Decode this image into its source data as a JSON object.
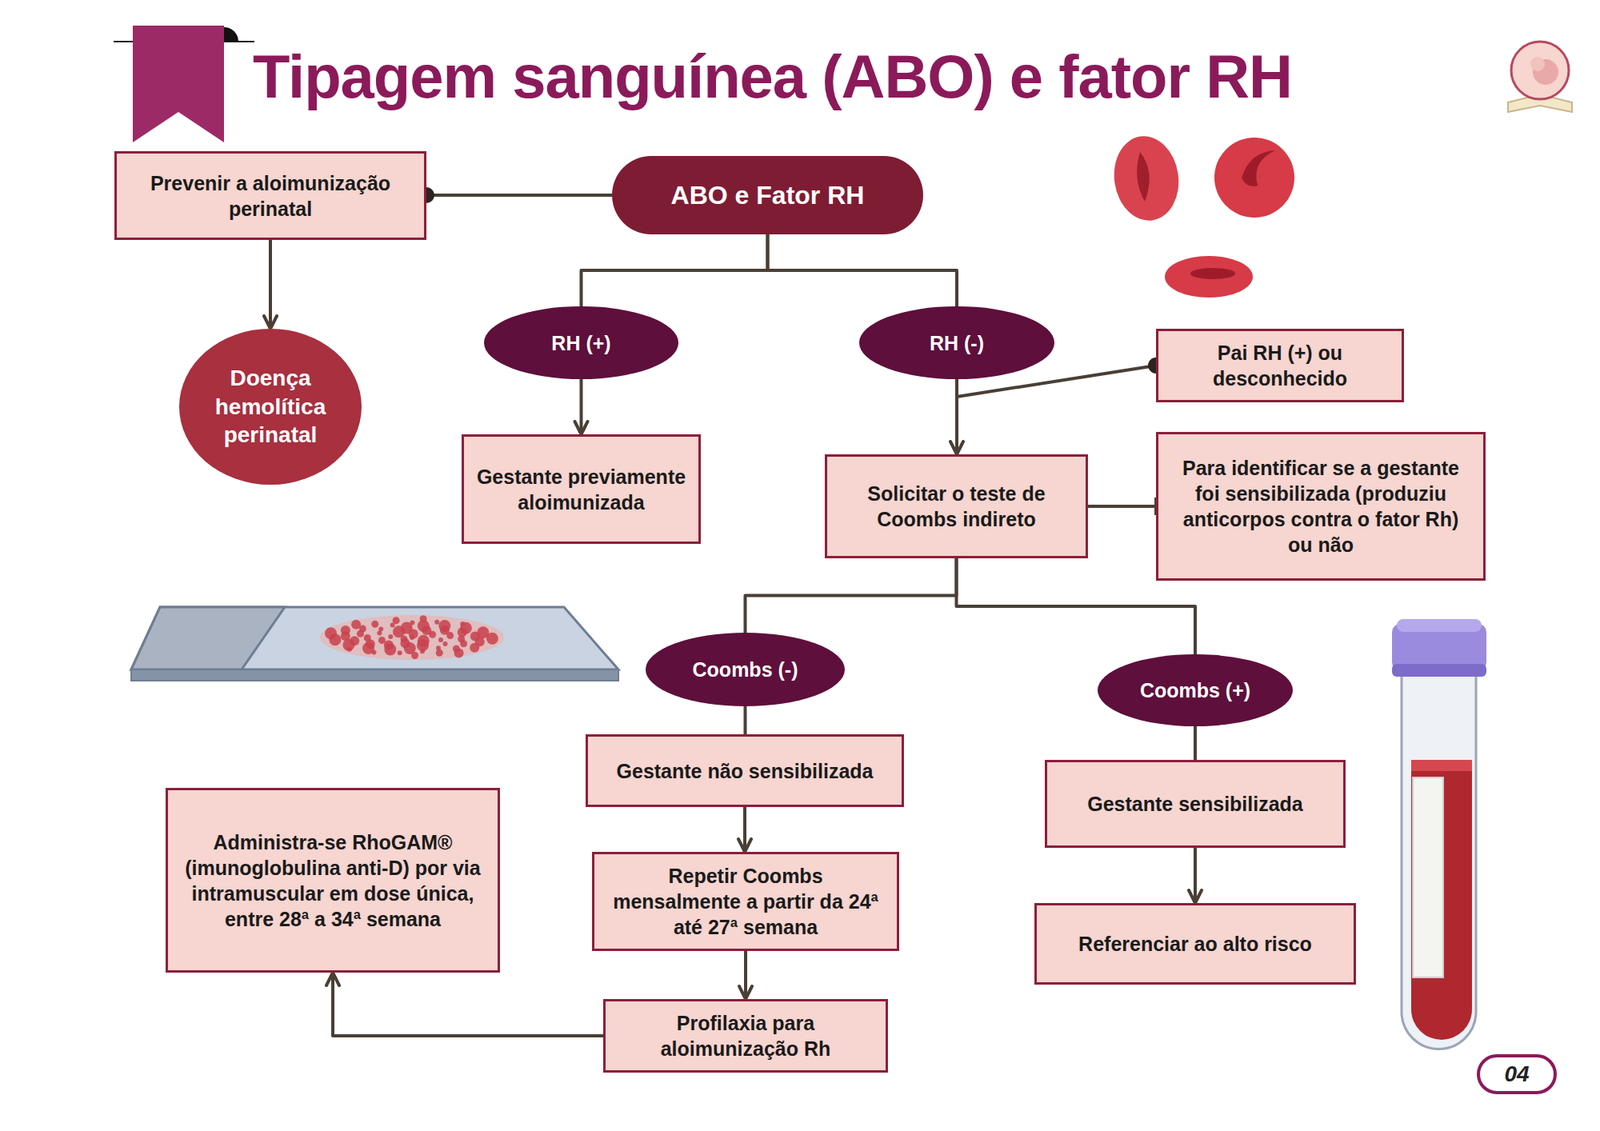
{
  "diagram": {
    "title": "Tipagem sanguínea (ABO) e fator RH",
    "nodes": [
      {
        "text": [
          "Prevenir a aloimunização perinatal"
        ]
      },
      {
        "text": [
          "ABO e Fator RH"
        ]
      },
      {
        "text": [
          "Doença hemolítica perinatal"
        ]
      },
      {
        "text": [
          "RH (+)"
        ]
      },
      {
        "text": [
          "RH (-)"
        ]
      },
      {
        "text": [
          "Pai RH (+) ou desconhecido"
        ]
      },
      {
        "text": [
          "Gestante previamente aloimunizada"
        ]
      },
      {
        "text": [
          "Solicitar o teste de Coombs indireto"
        ]
      },
      {
        "text": [
          "Para identificar se a gestante foi sensibilizada (produziu anticorpos contra o fator Rh) ou não"
        ]
      },
      {
        "text": [
          "Coombs (-)"
        ]
      },
      {
        "text": [
          "Coombs (+)"
        ]
      },
      {
        "text": [
          "Gestante não sensibilizada"
        ]
      },
      {
        "text": [
          "Gestante sensibilizada"
        ]
      },
      {
        "text": [
          "Repetir Coombs mensalmente a partir da 24ª até 27ª semana"
        ]
      },
      {
        "text": [
          "Referenciar ao alto risco"
        ]
      },
      {
        "text": [
          "Administra-se RhoGAM® (imunoglobulina anti-D) por via intramuscular em dose única, entre 28ª a 34ª semana"
        ]
      },
      {
        "text": [
          "Profilaxia para aloimunização Rh"
        ]
      }
    ],
    "edges": [
      {
        "from": 0,
        "to": 1,
        "arrow": "none"
      },
      {
        "from": 0,
        "to": 2,
        "arrow": "to"
      },
      {
        "from": 1,
        "to": 3,
        "arrow": "none"
      },
      {
        "from": 1,
        "to": 4,
        "arrow": "none"
      },
      {
        "from": 3,
        "to": 6,
        "arrow": "to"
      },
      {
        "from": 4,
        "to": 7,
        "arrow": "to"
      },
      {
        "from": 4,
        "to": 5,
        "arrow": "none"
      },
      {
        "from": 7,
        "to": 8,
        "arrow": "none"
      },
      {
        "from": 7,
        "to": 9,
        "arrow": "none"
      },
      {
        "from": 7,
        "to": 10,
        "arrow": "none"
      },
      {
        "from": 9,
        "to": 11,
        "arrow": "none"
      },
      {
        "from": 10,
        "to": 12,
        "arrow": "none"
      },
      {
        "from": 11,
        "to": 13,
        "arrow": "to"
      },
      {
        "from": 12,
        "to": 14,
        "arrow": "to"
      },
      {
        "from": 13,
        "to": 16,
        "arrow": "to"
      },
      {
        "from": 16,
        "to": 15,
        "arrow": "to"
      }
    ],
    "labels": [
      "04"
    ]
  }
}
